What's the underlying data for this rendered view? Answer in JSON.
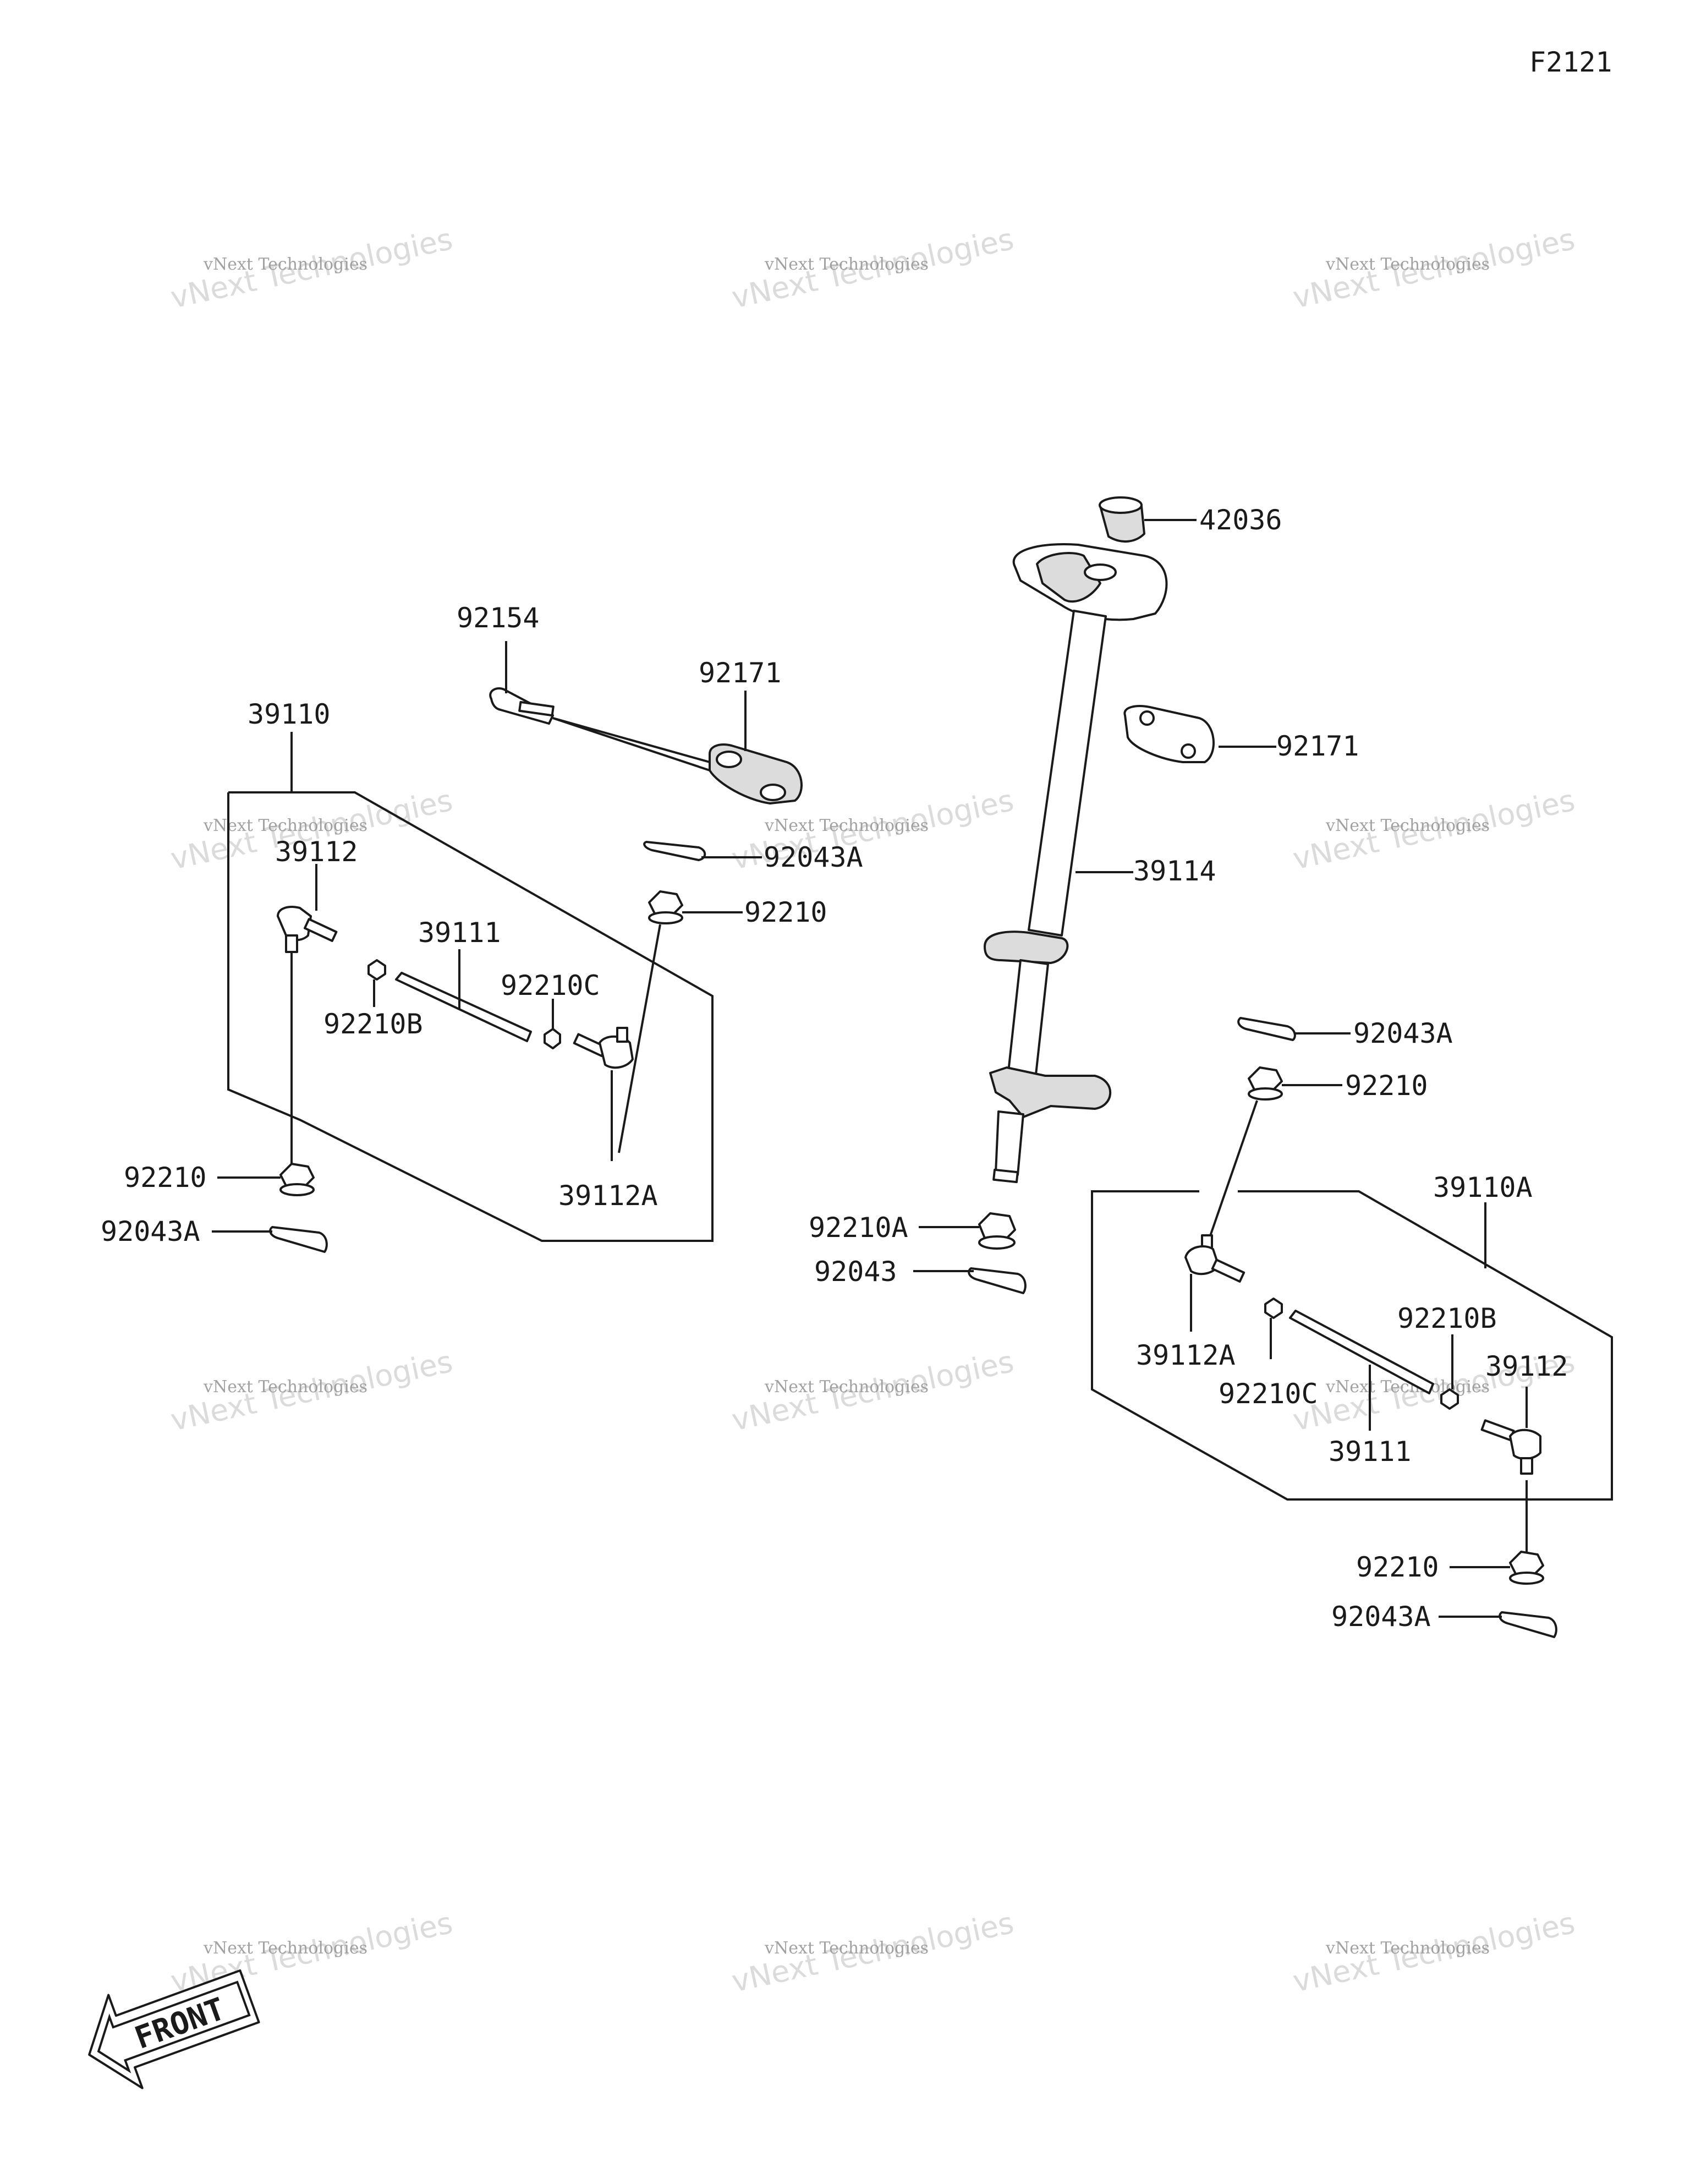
{
  "diagram_code": "F2121",
  "labels": {
    "p42036": "42036",
    "p92154": "92154",
    "p92171_left": "92171",
    "p92171_right": "92171",
    "p39110": "39110",
    "p39112_left": "39112",
    "p92043A_top_left": "92043A",
    "p92210_top_left": "92210",
    "p39111_left": "39111",
    "p92210C_left": "92210C",
    "p92210B_left": "92210B",
    "p39114": "39114",
    "p39112A_left": "39112A",
    "p92210_bottom_left": "92210",
    "p92043A_bottom_left": "92043A",
    "p92043A_right_top": "92043A",
    "p92210_right_top": "92210",
    "p39110A": "39110A",
    "p92210A": "92210A",
    "p92043": "92043",
    "p92210B_right": "92210B",
    "p39112_right": "39112",
    "p39112A_right": "39112A",
    "p92210C_right": "92210C",
    "p39111_right": "39111",
    "p92210_bottom_right": "92210",
    "p92043A_bottom_right": "92043A"
  },
  "front_arrow_text": "FRONT",
  "watermark": {
    "line1": "vNext Technologies",
    "line2": "vNext Technologies"
  }
}
